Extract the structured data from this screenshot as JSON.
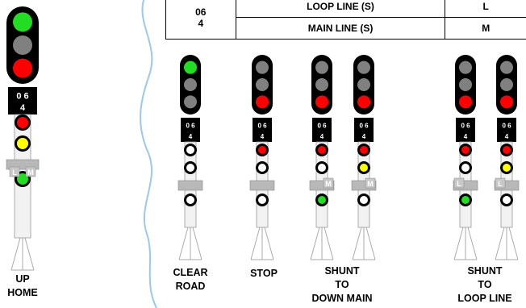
{
  "table": {
    "code_line1": "06",
    "code_line2": "4",
    "rows": [
      {
        "line": "LOOP LINE  (S)",
        "abbr": "L"
      },
      {
        "line": "MAIN LINE (S)",
        "abbr": "M"
      }
    ]
  },
  "signal_plate": {
    "line1": "0 6",
    "line2": "4"
  },
  "route_letters": {
    "loop": "L",
    "main": "M"
  },
  "captions": {
    "up_home": {
      "line1": "UP",
      "line2": "HOME"
    },
    "clear_road": {
      "line1": "CLEAR",
      "line2": "ROAD"
    },
    "stop": {
      "line1": "STOP"
    },
    "shunt_down_main": {
      "line1": "SHUNT",
      "line2": "TO",
      "line3": "DOWN MAIN"
    },
    "shunt_loop_line": {
      "line1": "SHUNT",
      "line2": "TO",
      "line3": "LOOP LINE"
    }
  },
  "colors": {
    "green": "#22dd22",
    "red": "#ff0000",
    "yellow": "#ffff00",
    "unlit": "#808080",
    "head": "#000000",
    "divider": "#9ac8ee"
  }
}
